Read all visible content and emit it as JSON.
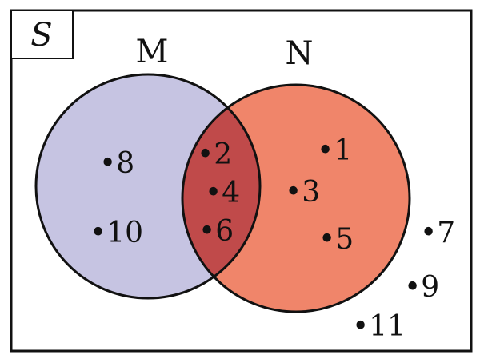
{
  "universe": {
    "label": "S"
  },
  "sets": {
    "M": {
      "label": "M",
      "fill": "#c6c4e2"
    },
    "N": {
      "label": "N",
      "fill": "#f0856a"
    },
    "overlap_fill": "#c04a4a",
    "stroke": "#111111"
  },
  "regions": {
    "only_M": [
      "8",
      "10"
    ],
    "M_and_N": [
      "2",
      "4",
      "6"
    ],
    "only_N": [
      "1",
      "3",
      "5"
    ],
    "outside": [
      "7",
      "9",
      "11"
    ]
  },
  "elements": {
    "e1": "•1",
    "e2": "•2",
    "e3": "•3",
    "e4": "•4",
    "e5": "•5",
    "e6": "•6",
    "e7": "•7",
    "e8": "•8",
    "e9": "•9",
    "e10": "•10",
    "e11": "•11"
  }
}
